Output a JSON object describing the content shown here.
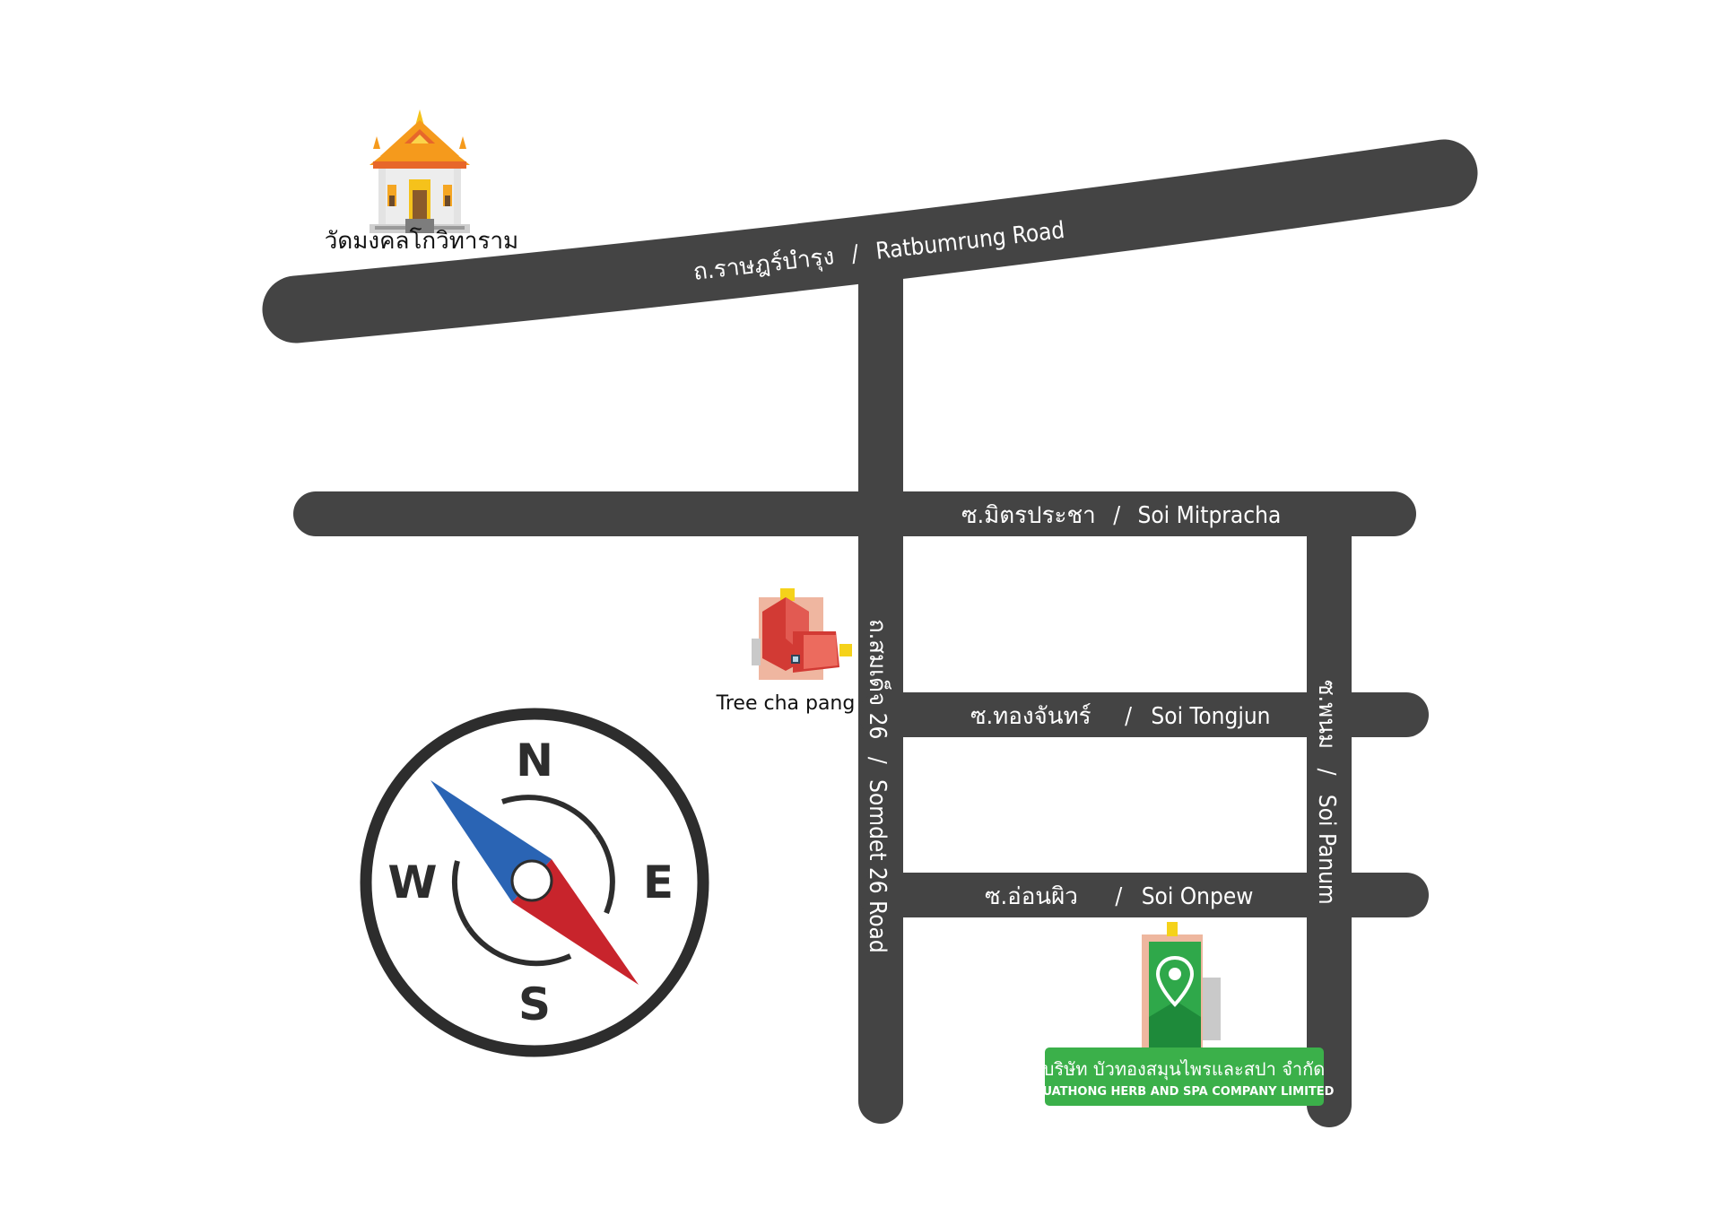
{
  "colors": {
    "road": "#444444",
    "road_text": "#ffffff",
    "company_badge": "#3bb04a",
    "compass_blue": "#2a64b4",
    "compass_red": "#c8242c",
    "compass_ring": "#2d2d2d",
    "temple_roof": "#f59a1c"
  },
  "roads": {
    "ratbumrung": {
      "th": "ถ.ราษฎร์บำรุง",
      "sep": "/",
      "en": "Ratbumrung Road"
    },
    "mitpracha": {
      "th": "ซ.มิตรประชา",
      "sep": "/",
      "en": "Soi Mitpracha"
    },
    "somdet26": {
      "th": "ถ.สมเด็จ 26",
      "sep": "/",
      "en": "Somdet 26 Road"
    },
    "tongjun": {
      "th": "ซ.ทองจันทร์",
      "sep": "/",
      "en": "Soi Tongjun"
    },
    "onpew": {
      "th": "ซ.อ่อนผิว",
      "sep": "/",
      "en": "Soi Onpew"
    },
    "panum": {
      "th": "ซ.พนม",
      "sep": "/",
      "en": "Soi Panum"
    }
  },
  "landmarks": {
    "temple": {
      "label": "วัดมงคลโกวิทาราม",
      "icon": "temple-icon"
    },
    "tree_cha_pang": {
      "label": "Tree cha pang",
      "icon": "red-building-icon"
    },
    "company": {
      "label_th": "บริษัท บัวทองสมุนไพรและสปา จำกัด",
      "label_en": "BUATHONG HERB AND SPA COMPANY LIMITED",
      "icon": "location-pin-icon"
    }
  },
  "compass": {
    "north": "N",
    "south": "S",
    "east": "E",
    "west": "W"
  }
}
